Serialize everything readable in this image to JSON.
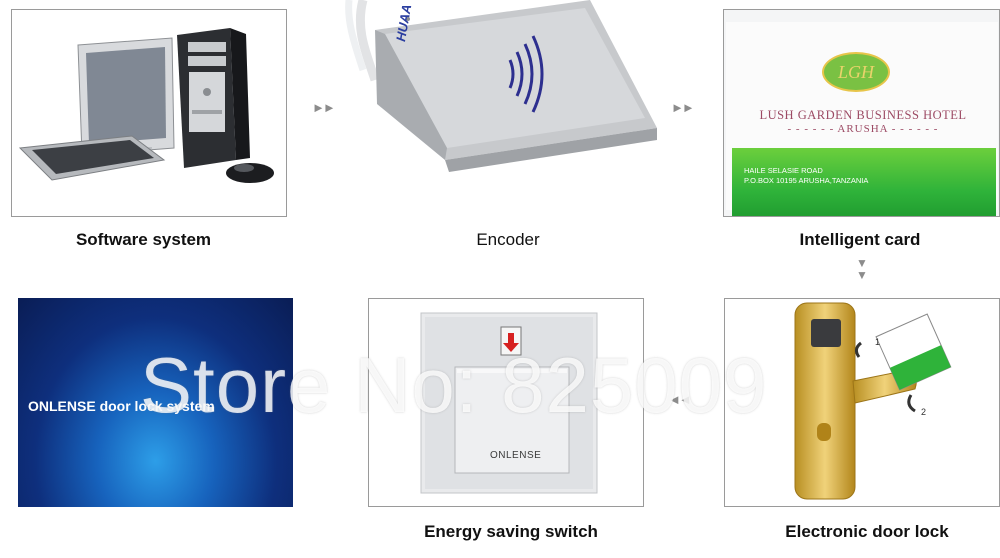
{
  "panels": [
    {
      "caption": "Software system"
    },
    {
      "caption": "Encoder"
    },
    {
      "caption": "Intelligent card",
      "card": {
        "logo": "LGH",
        "title": "LUSH GARDEN  BUSINESS HOTEL",
        "subtitle": "- - - - - - ARUSHA - - - - - -",
        "address_line1": "HAILE SELASIE ROAD",
        "address_line2": "P.O.BOX 10195 ARUSHA,TANZANIA"
      }
    },
    {
      "caption": "ONLENSE door lock system"
    },
    {
      "caption": "Energy saving switch",
      "brand": "ONLENSE"
    },
    {
      "caption": "Electronic door lock"
    }
  ],
  "encoder_label": "HUAA",
  "door_lock_steps": [
    "1",
    "2"
  ],
  "arrow_glyph": "►►",
  "arrow_glyph_left": "◄◄",
  "arrow_glyph_down": "▼",
  "watermark": "Store No: 825009",
  "colors": {
    "arrow": "#8c8c8c",
    "card_green": "#2fb33a",
    "lock_gold": "#d6ad3c"
  }
}
